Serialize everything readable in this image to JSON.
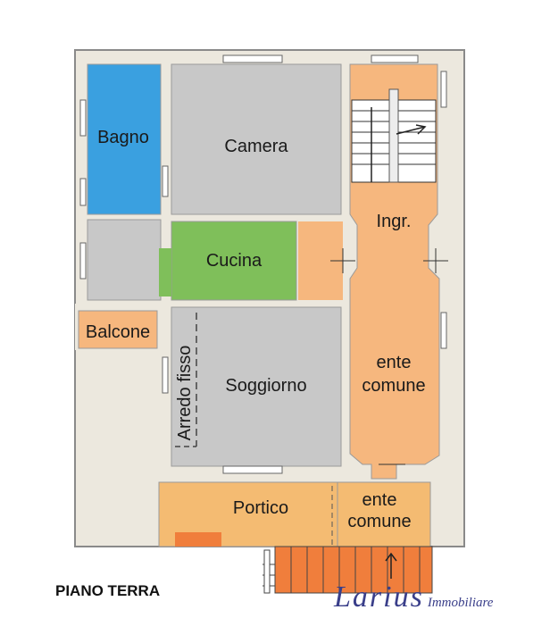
{
  "plan": {
    "floor_label": "PIANO TERRA",
    "rooms": {
      "bagno": "Bagno",
      "camera": "Camera",
      "cucina": "Cucina",
      "ingresso": "Ingr.",
      "balcone": "Balcone",
      "arredo": "Arredo fisso",
      "soggiorno": "Soggiorno",
      "ente_comune_1a": "ente",
      "ente_comune_1b": "comune",
      "portico": "Portico",
      "ente_comune_2a": "ente",
      "ente_comune_2b": "comune"
    },
    "colors": {
      "bathroom": "#3aa0e0",
      "room": "#c8c8c8",
      "kitchen": "#7fbf5a",
      "common": "#f6b77e",
      "portico": "#f4bb72",
      "stairs": "#f07e3c",
      "wall": "#e9e5da"
    }
  },
  "brand": {
    "name": "Larius",
    "subtitle": "Immobiliare"
  }
}
